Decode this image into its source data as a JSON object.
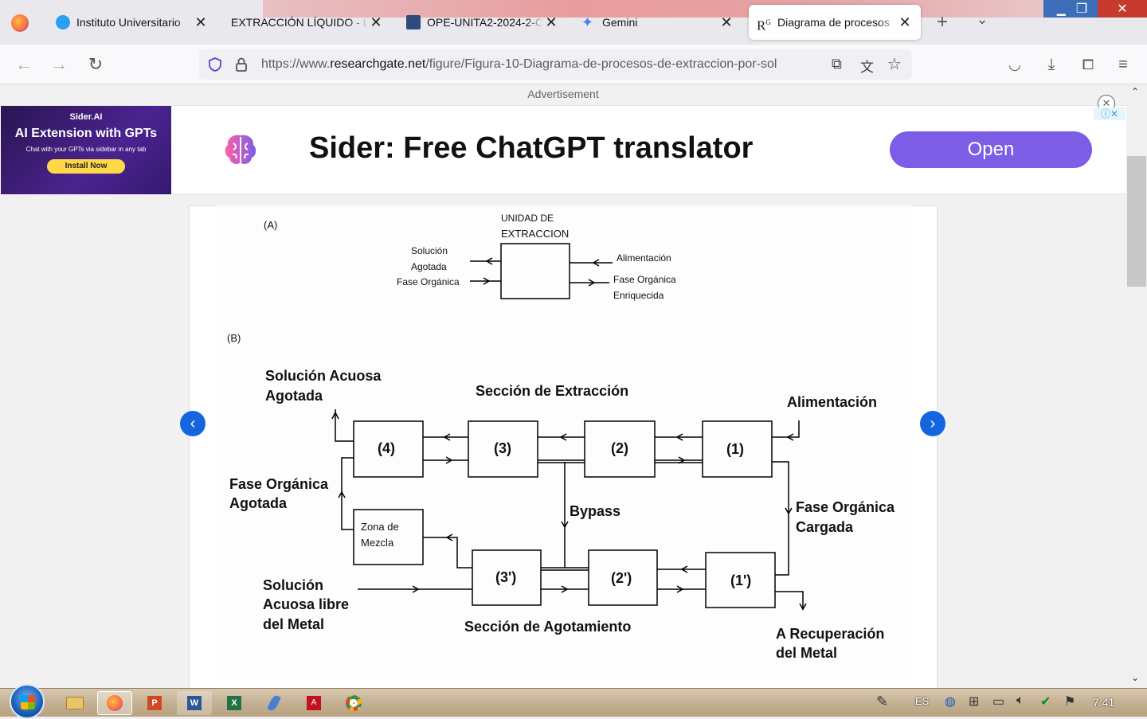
{
  "browser": {
    "tabs": [
      {
        "label": "Instituto Universitario",
        "icon": "edu-c-icon"
      },
      {
        "label": "EXTRACCIÓN LÍQUIDO - LÍ",
        "icon": "doc-icon"
      },
      {
        "label": "OPE-UNITA2-2024-2-C",
        "icon": "doc-icon"
      },
      {
        "label": "Gemini",
        "icon": "gemini-icon"
      },
      {
        "label": "Diagrama de procesos",
        "icon": "researchgate-icon"
      }
    ],
    "url_prefix": "https://www.",
    "url_domain": "researchgate.net",
    "url_path": "/figure/Figura-10-Diagrama-de-procesos-de-extraccion-por-sol"
  },
  "ad": {
    "label": "Advertisement",
    "brand": "Sider.AI",
    "thumb_title": "AI Extension with GPTs",
    "thumb_sub": "Chat with your GPTs via sidebar in any tab",
    "thumb_cta": "Install Now",
    "headline": "Sider: Free ChatGPT translator",
    "cta": "Open"
  },
  "figure": {
    "a": {
      "tag": "(A)",
      "unit_title_1": "UNIDAD DE",
      "unit_title_2": "EXTRACCION",
      "left_1": "Solución",
      "left_2": "Agotada",
      "left_3": "Fase Orgánica",
      "right_1": "Alimentación",
      "right_2": "Fase Orgánica",
      "right_3": "Enriquecida"
    },
    "b": {
      "tag": "(B)",
      "sol_acuosa_1": "Solución Acuosa",
      "sol_acuosa_2": "Agotada",
      "seccion_extraccion": "Sección de Extracción",
      "alimentacion": "Alimentación",
      "fase_org_agotada_1": "Fase Orgánica",
      "fase_org_agotada_2": "Agotada",
      "bypass": "Bypass",
      "fase_org_cargada_1": "Fase Orgánica",
      "fase_org_cargada_2": "Cargada",
      "zona_1": "Zona de",
      "zona_2": "Mezcla",
      "sol_libre_1": "Solución",
      "sol_libre_2": "Acuosa libre",
      "sol_libre_3": "del Metal",
      "seccion_agotamiento": "Sección de Agotamiento",
      "recuperacion_1": "A Recuperación",
      "recuperacion_2": "del Metal",
      "box_4": "(4)",
      "box_3": "(3)",
      "box_2": "(2)",
      "box_1": "(1)",
      "box_3p": "(3')",
      "box_2p": "(2')",
      "box_1p": "(1')"
    }
  },
  "taskbar": {
    "lang": "ES",
    "time": "7:41"
  },
  "colors": {
    "accent_blue": "#1565e0",
    "ad_purple": "#7b5de6"
  }
}
